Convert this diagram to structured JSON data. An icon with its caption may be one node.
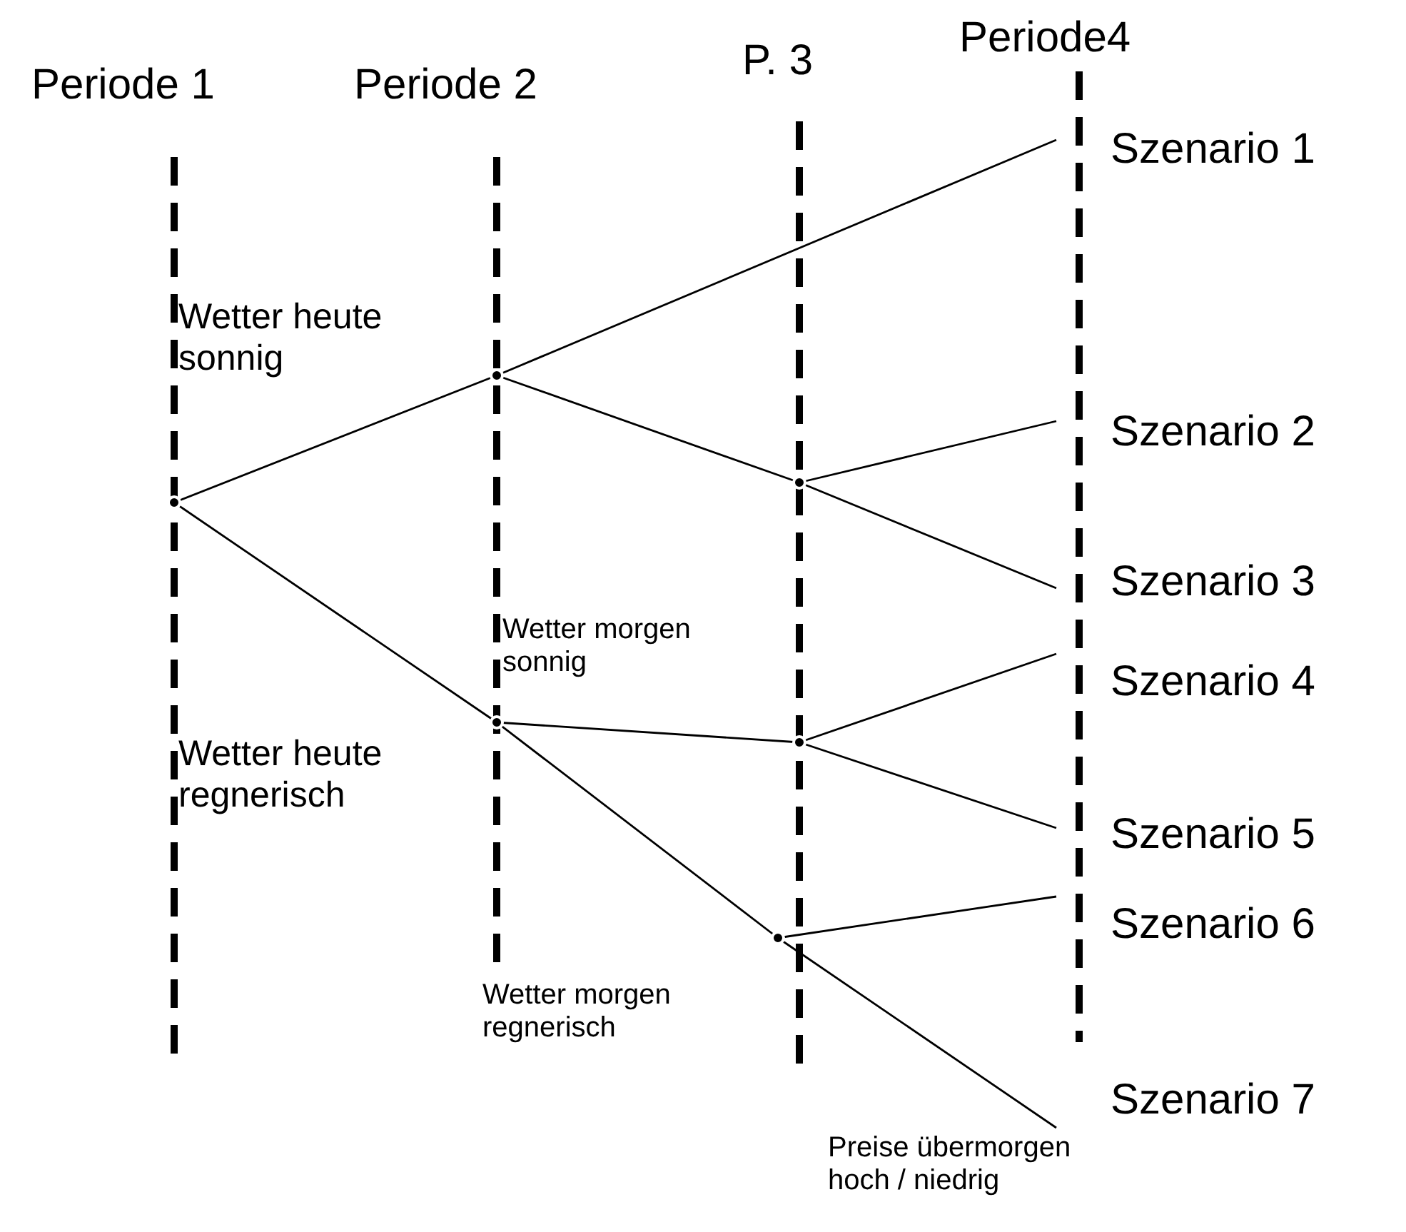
{
  "diagram": {
    "nodes": [
      {
        "text": [],
        "shape": "dot"
      },
      {
        "text": [],
        "shape": "dot"
      },
      {
        "text": [],
        "shape": "dot"
      },
      {
        "text": [],
        "shape": "dot"
      },
      {
        "text": [],
        "shape": "dot"
      },
      {
        "text": [],
        "shape": "dot"
      },
      {
        "text": [
          "Szenario 1"
        ]
      },
      {
        "text": [
          "Szenario 2"
        ]
      },
      {
        "text": [
          "Szenario 3"
        ]
      },
      {
        "text": [
          "Szenario 4"
        ]
      },
      {
        "text": [
          "Szenario 5"
        ]
      },
      {
        "text": [
          "Szenario 6"
        ]
      },
      {
        "text": [
          "Szenario 7"
        ]
      }
    ],
    "edges": [
      {
        "from": 0,
        "to": 1,
        "arrow": "none"
      },
      {
        "from": 0,
        "to": 2,
        "arrow": "none"
      },
      {
        "from": 2,
        "to": 5,
        "arrow": "none"
      },
      {
        "from": 5,
        "to": 12,
        "arrow": "none"
      },
      {
        "from": 1,
        "to": 6,
        "arrow": "none"
      },
      {
        "from": 1,
        "to": 3,
        "arrow": "none"
      },
      {
        "from": 3,
        "to": 7,
        "arrow": "none"
      },
      {
        "from": 3,
        "to": 8,
        "arrow": "none"
      },
      {
        "from": 2,
        "to": 4,
        "arrow": "none"
      },
      {
        "from": 4,
        "to": 9,
        "arrow": "none"
      },
      {
        "from": 4,
        "to": 10,
        "arrow": "none"
      },
      {
        "from": 5,
        "to": 11,
        "arrow": "none"
      }
    ],
    "labels": [
      "Periode4",
      "P. 3",
      "Periode 1",
      "Periode 2",
      "Wetter heute sonnig",
      "Wetter morgen sonnig",
      "Wetter heute regnerisch",
      "Wetter morgen regnerisch",
      "Preise übermorgen hoch / niedrig"
    ]
  }
}
